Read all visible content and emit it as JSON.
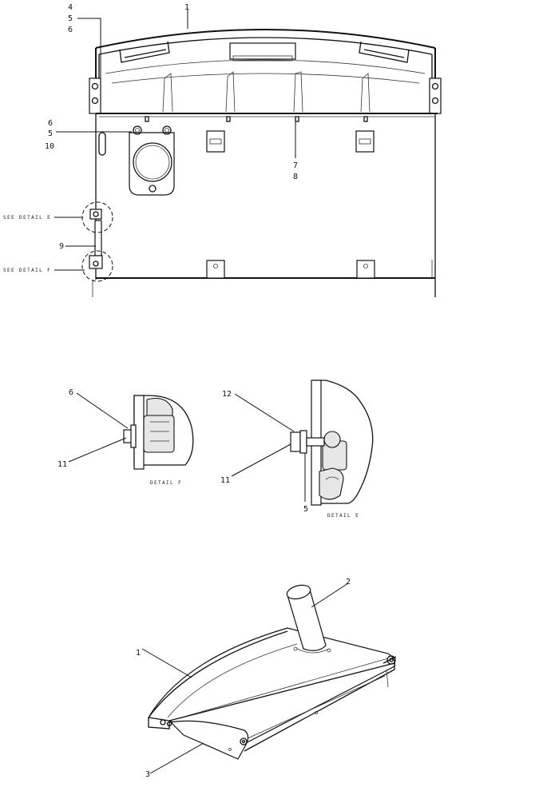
{
  "callouts": {
    "top_view": {
      "c1": "1",
      "c4": "4",
      "c5a": "5",
      "c6a": "6",
      "c6b": "6",
      "c5b": "5",
      "c10": "10",
      "c7": "7",
      "c8": "8",
      "c9": "9"
    },
    "detail_f": {
      "c6": "6",
      "c11": "11"
    },
    "detail_e": {
      "c12": "12",
      "c11": "11",
      "c5": "5"
    },
    "iso_view": {
      "c2": "2",
      "c1": "1",
      "c3": "3"
    }
  },
  "labels": {
    "see_detail_e": "SEE DETAIL E",
    "see_detail_f": "SEE DETAIL F",
    "detail_f": "DETAIL F",
    "detail_e": "DETAIL E"
  }
}
